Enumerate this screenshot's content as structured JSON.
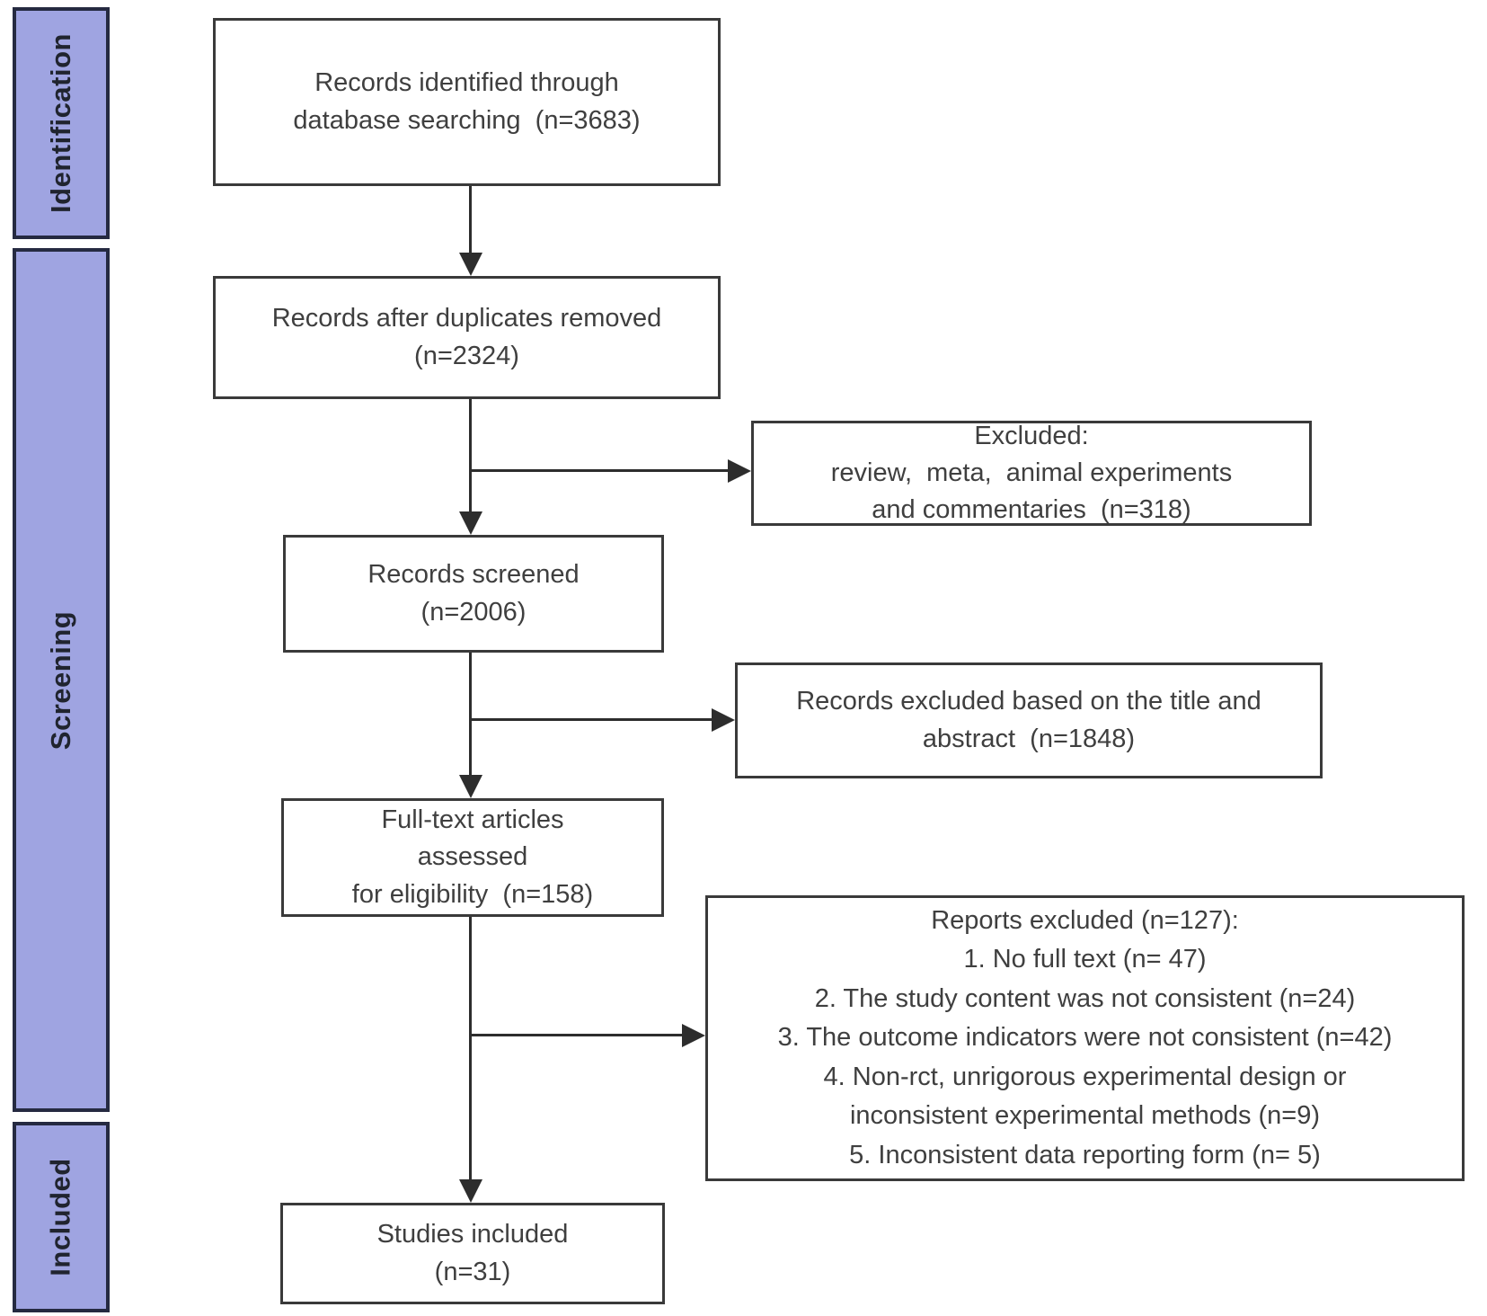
{
  "stages": [
    {
      "label": "Identification"
    },
    {
      "label": "Screening"
    },
    {
      "label": "Included"
    }
  ],
  "boxes": {
    "identified": {
      "lines": [
        "Records identified through",
        "database searching  (n=3683)"
      ]
    },
    "dedup": {
      "lines": [
        "Records after duplicates removed",
        "(n=2324)"
      ]
    },
    "excluded_initial": {
      "lines": [
        "Excluded:",
        "review,  meta,  animal experiments",
        "and commentaries  (n=318)"
      ]
    },
    "screened": {
      "lines": [
        "Records screened",
        "(n=2006)"
      ]
    },
    "excluded_title_abstract": {
      "lines": [
        "Records excluded based on the title and",
        "abstract  (n=1848)"
      ]
    },
    "fulltext": {
      "lines": [
        "Full-text articles",
        "assessed",
        "for eligibility  (n=158)"
      ]
    },
    "reports_excluded": {
      "lines": [
        "Reports excluded (n=127):",
        "1. No full text (n= 47)",
        "2. The study content was not consistent (n=24)",
        "3. The outcome indicators were not consistent (n=42)",
        "4. Non-rct, unrigorous experimental design or",
        "inconsistent experimental methods (n=9)",
        "5. Inconsistent data reporting form (n= 5)"
      ]
    },
    "included": {
      "lines": [
        "Studies included",
        "(n=31)"
      ]
    }
  },
  "colors": {
    "stage_fill": "#9fa4e1",
    "stage_border": "#252a41",
    "box_border": "#3a3a3a",
    "arrow": "#2d2d2d",
    "text": "#3f3f3f",
    "background": "#ffffff"
  }
}
